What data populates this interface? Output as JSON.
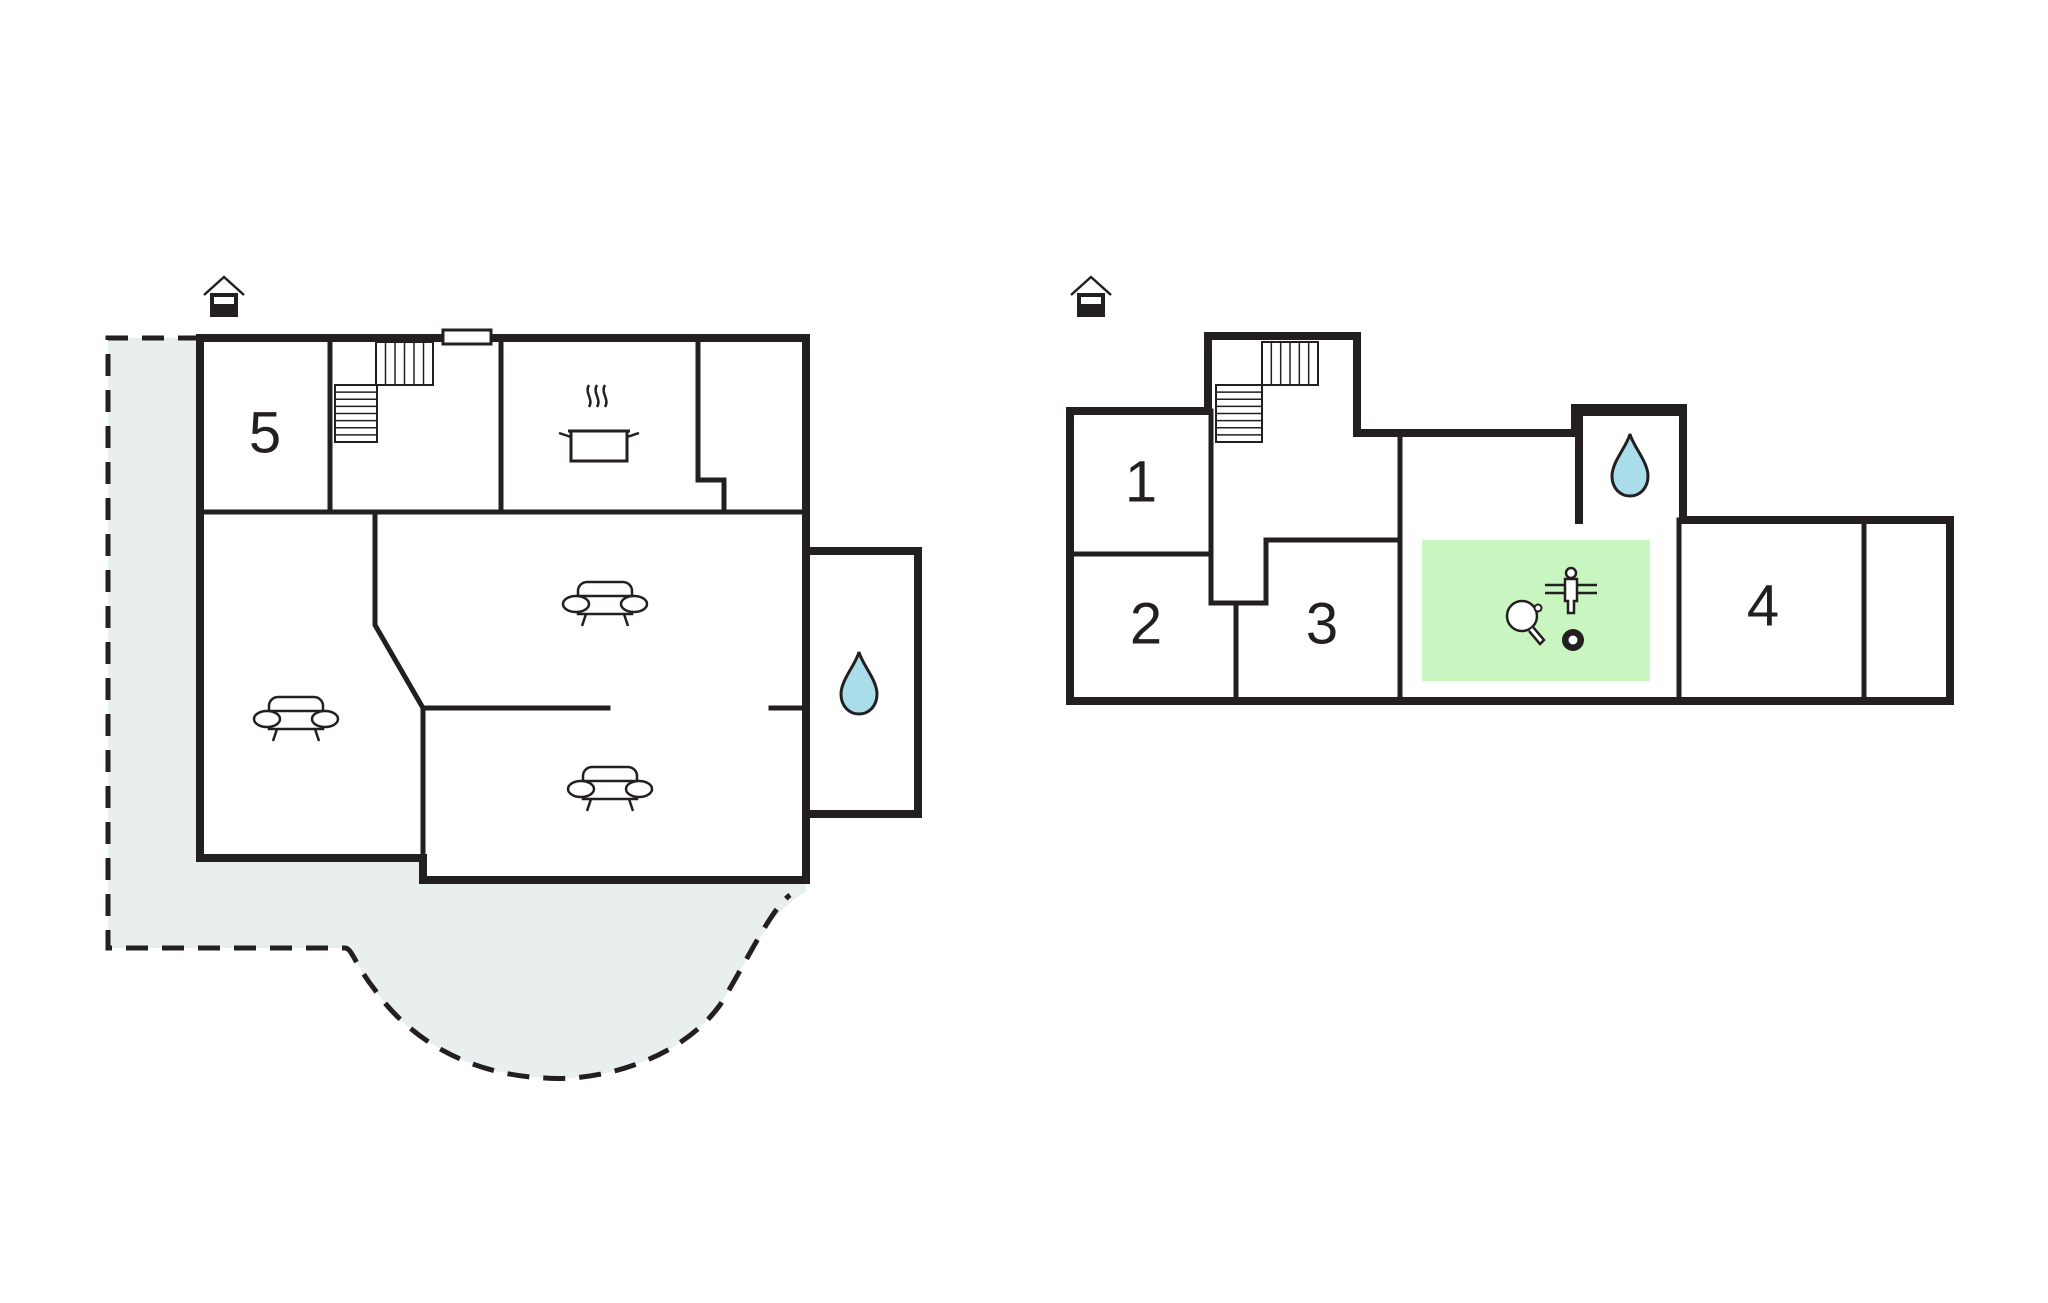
{
  "colors": {
    "wall": "#231f20",
    "terrace_fill": "#e9efef",
    "water": "#a8dde9",
    "game_room": "#c8f5c0",
    "background": "#ffffff"
  },
  "ground_floor": {
    "entrance_icon": "house-entrance-icon",
    "rooms": [
      {
        "label": "5",
        "type": "bedroom"
      },
      {
        "label": "",
        "type": "stairs",
        "icon": "stairs-icon"
      },
      {
        "label": "",
        "type": "kitchen",
        "icon": "cooking-pot-icon"
      },
      {
        "label": "",
        "type": "living",
        "icon": "sofa-icon"
      },
      {
        "label": "",
        "type": "living",
        "icon": "sofa-icon"
      },
      {
        "label": "",
        "type": "living",
        "icon": "sofa-icon"
      },
      {
        "label": "",
        "type": "bathroom",
        "icon": "water-drop-icon"
      }
    ],
    "terrace": "dashed-outline-terrace"
  },
  "upper_floor": {
    "entrance_icon": "house-entrance-icon",
    "rooms": [
      {
        "label": "1",
        "type": "bedroom"
      },
      {
        "label": "2",
        "type": "bedroom"
      },
      {
        "label": "3",
        "type": "bedroom"
      },
      {
        "label": "4",
        "type": "bedroom"
      },
      {
        "label": "",
        "type": "stairs",
        "icon": "stairs-icon"
      },
      {
        "label": "",
        "type": "bathroom",
        "icon": "water-drop-icon"
      },
      {
        "label": "",
        "type": "game-room",
        "icons": [
          "table-football-icon",
          "table-tennis-icon",
          "billiard-ball-icon"
        ]
      }
    ]
  }
}
